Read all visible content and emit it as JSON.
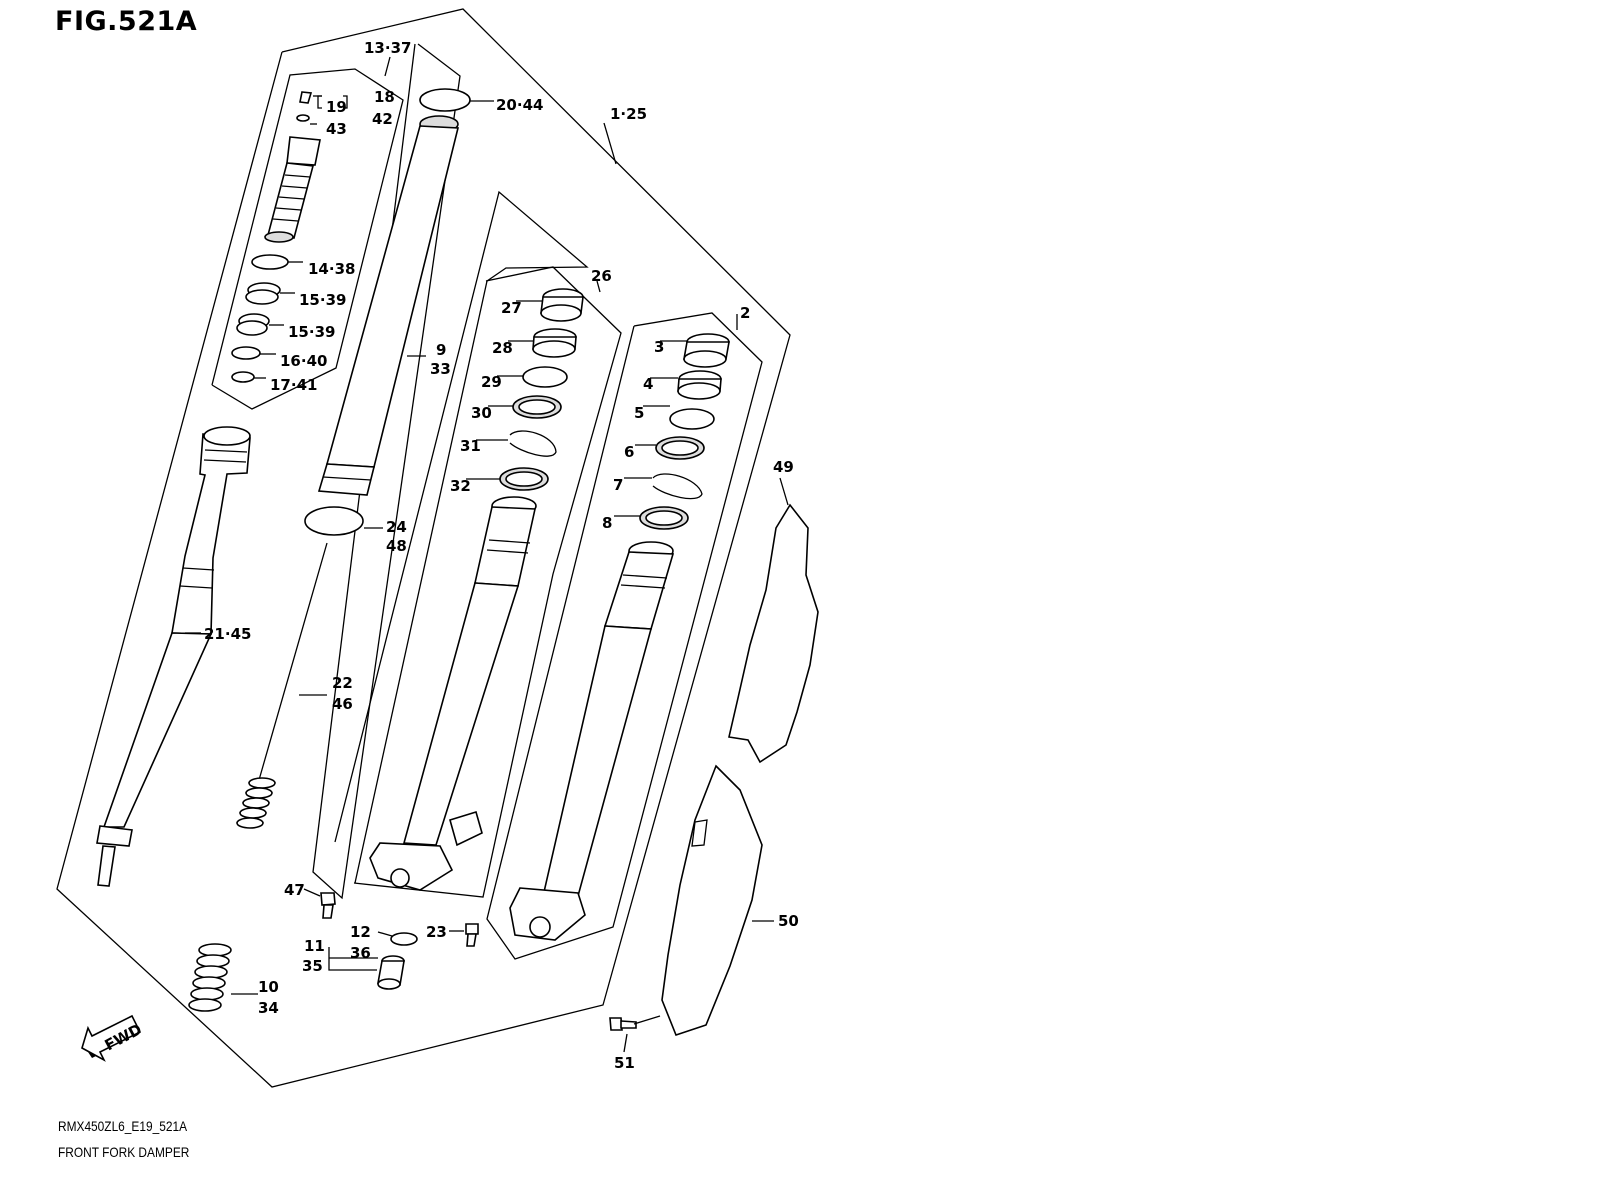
{
  "figure": {
    "title": "FIG.521A",
    "model_code": "RMX450ZL6_E19_521A",
    "caption": "FRONT FORK DAMPER",
    "direction_icon": "fwd-arrow-icon",
    "direction_label": "FWD"
  },
  "callouts": [
    {
      "key": "13_37",
      "text": "13·37"
    },
    {
      "key": "18",
      "text": "18"
    },
    {
      "key": "19",
      "text": "19"
    },
    {
      "key": "42",
      "text": "42"
    },
    {
      "key": "43",
      "text": "43"
    },
    {
      "key": "20_44",
      "text": "20·44"
    },
    {
      "key": "1_25",
      "text": "1·25"
    },
    {
      "key": "14_38",
      "text": "14·38"
    },
    {
      "key": "15_39a",
      "text": "15·39"
    },
    {
      "key": "15_39b",
      "text": "15·39"
    },
    {
      "key": "16_40",
      "text": "16·40"
    },
    {
      "key": "17_41",
      "text": "17·41"
    },
    {
      "key": "9",
      "text": "9"
    },
    {
      "key": "33",
      "text": "33"
    },
    {
      "key": "26",
      "text": "26"
    },
    {
      "key": "27",
      "text": "27"
    },
    {
      "key": "28",
      "text": "28"
    },
    {
      "key": "29",
      "text": "29"
    },
    {
      "key": "30",
      "text": "30"
    },
    {
      "key": "31",
      "text": "31"
    },
    {
      "key": "32",
      "text": "32"
    },
    {
      "key": "2",
      "text": "2"
    },
    {
      "key": "3",
      "text": "3"
    },
    {
      "key": "4",
      "text": "4"
    },
    {
      "key": "5",
      "text": "5"
    },
    {
      "key": "6",
      "text": "6"
    },
    {
      "key": "7",
      "text": "7"
    },
    {
      "key": "8",
      "text": "8"
    },
    {
      "key": "49",
      "text": "49"
    },
    {
      "key": "24",
      "text": "24"
    },
    {
      "key": "48",
      "text": "48"
    },
    {
      "key": "21_45",
      "text": "21·45"
    },
    {
      "key": "22",
      "text": "22"
    },
    {
      "key": "46",
      "text": "46"
    },
    {
      "key": "47",
      "text": "47"
    },
    {
      "key": "12",
      "text": "12"
    },
    {
      "key": "36",
      "text": "36"
    },
    {
      "key": "11",
      "text": "11"
    },
    {
      "key": "35",
      "text": "35"
    },
    {
      "key": "23",
      "text": "23"
    },
    {
      "key": "10",
      "text": "10"
    },
    {
      "key": "34",
      "text": "34"
    },
    {
      "key": "50",
      "text": "50"
    },
    {
      "key": "51",
      "text": "51"
    }
  ]
}
